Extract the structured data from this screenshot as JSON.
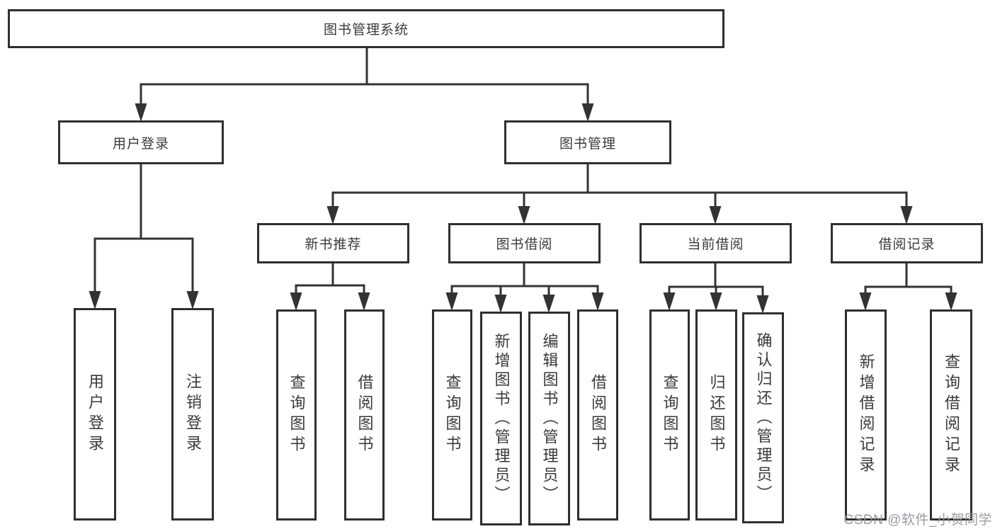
{
  "diagram": {
    "root": {
      "label": "图书管理系统"
    },
    "branches": [
      {
        "label": "用户登录",
        "leaves": [
          {
            "label": "用户登录"
          },
          {
            "label": "注销登录"
          }
        ]
      },
      {
        "label": "图书管理",
        "groups": [
          {
            "label": "新书推荐",
            "leaves": [
              {
                "label": "查询图书"
              },
              {
                "label": "借阅图书"
              }
            ]
          },
          {
            "label": "图书借阅",
            "leaves": [
              {
                "label": "查询图书"
              },
              {
                "label": "新增图书（管理员）"
              },
              {
                "label": "编辑图书（管理员）"
              },
              {
                "label": "借阅图书"
              }
            ]
          },
          {
            "label": "当前借阅",
            "leaves": [
              {
                "label": "查询图书"
              },
              {
                "label": "归还图书"
              },
              {
                "label": "确认归还（管理员）"
              }
            ]
          },
          {
            "label": "借阅记录",
            "leaves": [
              {
                "label": "新增借阅记录"
              },
              {
                "label": "查询借阅记录"
              }
            ]
          }
        ]
      }
    ]
  },
  "watermark": {
    "text": "CSDN @软件_小贺同学"
  },
  "colors": {
    "line": "#333333",
    "box_border": "#2f2f2f",
    "box_fill": "#ffffff",
    "text": "#3a3a3e",
    "watermark": "#94969c",
    "background": "#ffffff"
  }
}
